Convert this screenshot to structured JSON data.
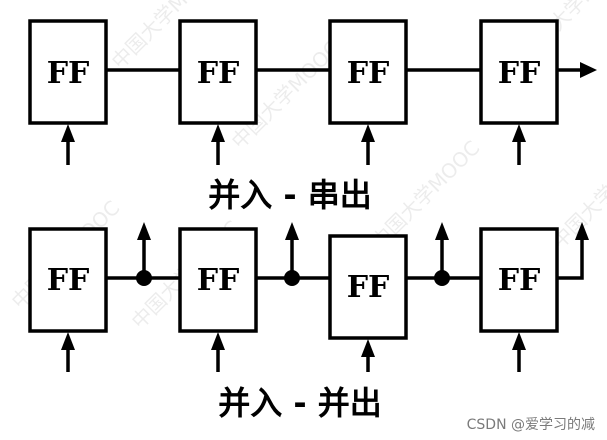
{
  "diagram": {
    "flip_flop_label": "FF",
    "top_caption": "并入 - 串出",
    "bottom_caption": "并入 - 并出"
  },
  "watermark": {
    "text": "中国大学MOOC"
  },
  "credit": "CSDN @爱学习的减",
  "colors": {
    "stroke": "#000000",
    "background": "#ffffff",
    "credit_text": "#7a7a7a"
  }
}
